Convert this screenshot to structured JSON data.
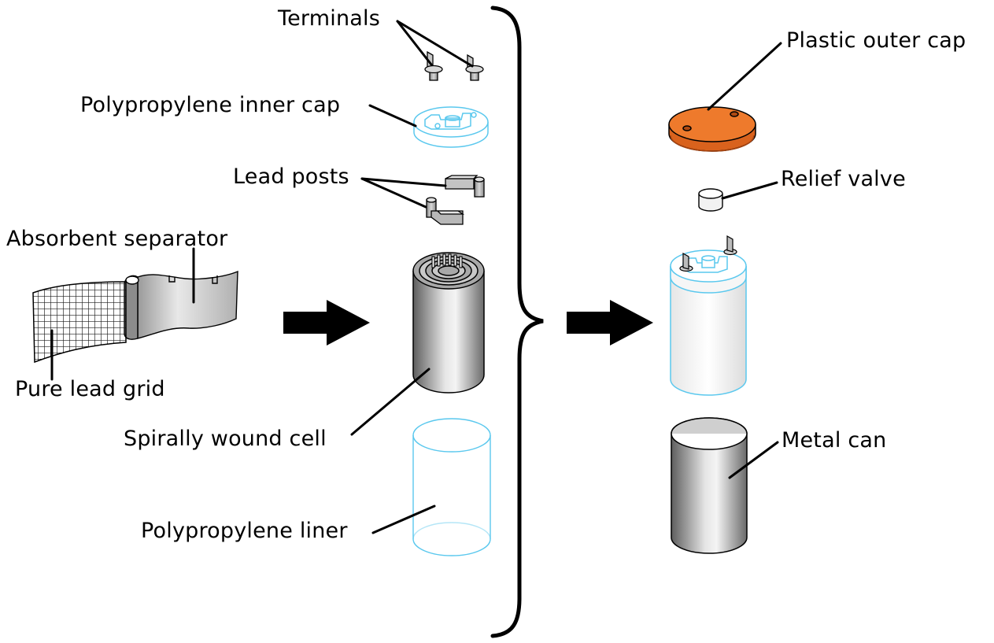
{
  "labels": {
    "terminals": "Terminals",
    "inner_cap": "Polypropylene inner cap",
    "lead_posts": "Lead posts",
    "separator": "Absorbent separator",
    "grid": "Pure lead grid",
    "wound_cell": "Spirally wound cell",
    "liner": "Polypropylene liner",
    "outer_cap": "Plastic outer cap",
    "relief_valve": "Relief valve",
    "metal_can": "Metal can"
  },
  "colors": {
    "polypropylene": "#5ac8ee",
    "outer_cap": "#ee7a2c",
    "metal_dark": "#5e5e5e",
    "metal_light": "#ebebeb",
    "outline": "#000000"
  },
  "icons": [
    "right-arrow-icon",
    "right-arrow-icon",
    "curly-brace-icon"
  ]
}
